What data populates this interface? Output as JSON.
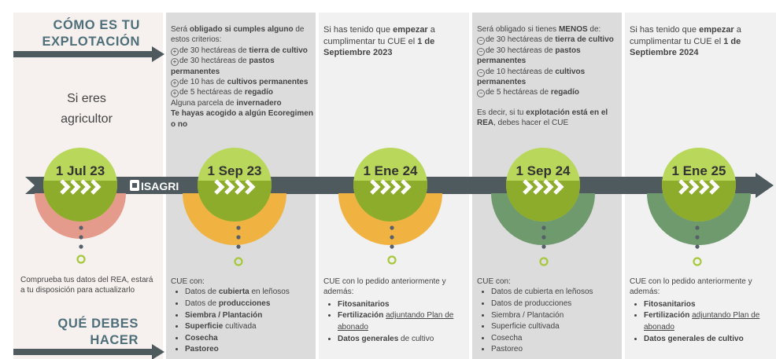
{
  "headings": {
    "top": "CÓMO ES TU EXPLOTACIÓN",
    "bottom": "QUÉ DEBES HACER"
  },
  "farmer": "Si eres agricultor",
  "logo": "ISAGRI",
  "milestones": [
    {
      "date": "1 Jul 23",
      "accent": "#e59b8c"
    },
    {
      "date": "1 Sep 23",
      "accent": "#f0b342"
    },
    {
      "date": "1 Ene 24",
      "accent": "#f0b342"
    },
    {
      "date": "1 Sep 24",
      "accent": "#6e9a6e"
    },
    {
      "date": "1 Ene 25",
      "accent": "#6e9a6e"
    }
  ],
  "colors": {
    "circle": "#b9d75a",
    "chevron_bg": "#8eac2b",
    "timeline": "#4e5a5e",
    "heading": "#4e6e79",
    "dot": "#57606a",
    "ring": "#a6c83a"
  },
  "col1_top": {
    "intro_pre": "Será ",
    "intro_b": "obligado si cumples alguno",
    "intro_post": " de estos criterios:",
    "crit_a_pre": "de 30 hectáreas de ",
    "crit_a_b": "tierra de cultivo",
    "crit_b_pre": "de 30 hectáreas de ",
    "crit_b_b": "pastos permanentes",
    "crit_c_pre": "de 10 has de ",
    "crit_c_b": "cultivos permanentes",
    "crit_d_pre": "de 5 hectáreas de ",
    "crit_d_b": "regadío",
    "crit_e_pre": "Alguna parcela de ",
    "crit_e_b": "invernadero",
    "crit_f": "Te hayas acogido a algún Ecoregimen o no"
  },
  "col2_top": {
    "pre": "Si has tenido que ",
    "b1": "empezar",
    "mid": " a cumplimentar tu CUE el ",
    "b2": "1 de Septiembre 2023"
  },
  "col3_top": {
    "intro_pre": "Será obligado si tienes ",
    "intro_b": "MENOS",
    "intro_post": " de:",
    "crit_a_pre": "de 30 hectáreas de ",
    "crit_a_b": "tierra de cultivo",
    "crit_b_pre": "de 30 hectáreas de ",
    "crit_b_b": "pastos permanentes",
    "crit_c_pre": "de 10 hectáreas de ",
    "crit_c_b": "cultivos permanentes",
    "crit_d_pre": "de 5 hectáreas de ",
    "crit_d_b": "regadío",
    "note_pre": "Es decir, si tu ",
    "note_b": "explotación está en el REA",
    "note_post": ", debes hacer el CUE"
  },
  "col4_top": {
    "pre": "Si has tenido que ",
    "b1": "empezar",
    "mid": " a cumplimentar tu CUE el ",
    "b2": "1 de Septiembre 2024"
  },
  "col0_bottom": "Comprueba tus datos del REA, estará a tu disposición para actualizarlo",
  "col1_bottom": {
    "intro": "CUE con:",
    "i1_pre": "Datos de ",
    "i1_b": "cubierta",
    "i1_post": " en leñosos",
    "i2_pre": "Datos de ",
    "i2_b": "producciones",
    "i3": "Siembra / Plantación",
    "i4_b": "Superficie",
    "i4_post": " cultivada",
    "i5": "Cosecha",
    "i6": "Pastoreo"
  },
  "col2_bottom": {
    "intro": "CUE con lo pedido anteriormente y además:",
    "i1": "Fitosanitarios",
    "i2_pre": "Fertilización ",
    "i2_u": "adjuntando Plan de abonado",
    "i3_b": "Datos generales",
    "i3_post": " de cultivo"
  },
  "col3_bottom": {
    "intro": "CUE con:",
    "i1": "Datos de cubierta en leñosos",
    "i2": "Datos de producciones",
    "i3": "Siembra / Plantación",
    "i4": "Superficie cultivada",
    "i5": "Cosecha",
    "i6": "Pastoreo"
  },
  "col4_bottom": {
    "intro": "CUE con lo pedido anteriormente y además:",
    "i1": "Fitosanitarios",
    "i2_pre": "Fertilización ",
    "i2_u": "adjuntando Plan de abonado",
    "i3": "Datos generales de cultivo"
  }
}
